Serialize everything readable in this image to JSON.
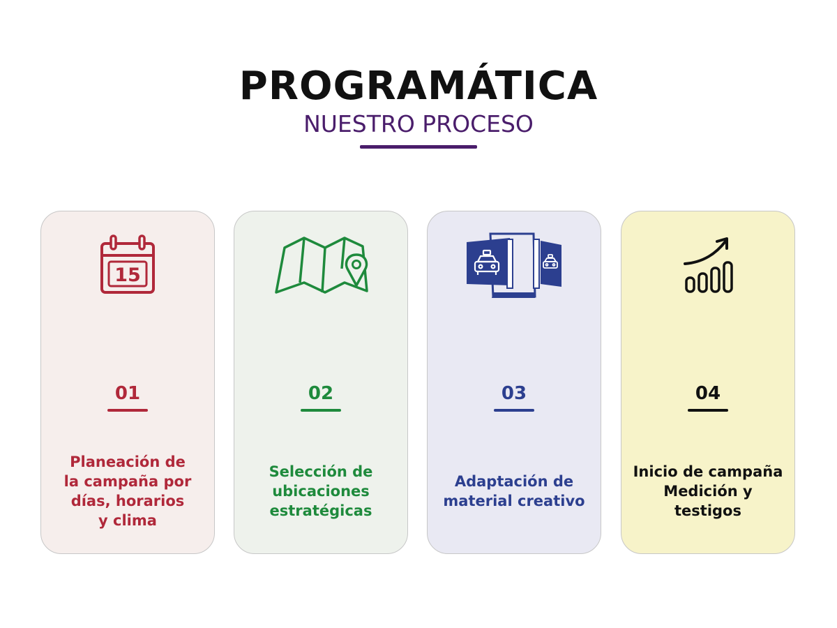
{
  "header": {
    "title": "PROGRAMÁTICA",
    "subtitle": "NUESTRO PROCESO"
  },
  "colors": {
    "title": "#111111",
    "subtitle_accent": "#4a1d6b"
  },
  "steps": [
    {
      "number": "01",
      "text": "Planeación de\nla campaña por\ndías, horarios\ny clima",
      "icon": "calendar-icon",
      "calendar_day": "15",
      "color": "#b0283a",
      "background": "#f6eeec"
    },
    {
      "number": "02",
      "text": "Selección de\nubicaciones\nestratégicas",
      "icon": "map-pin-icon",
      "color": "#1e8a3c",
      "background": "#eef2ec"
    },
    {
      "number": "03",
      "text": "Adaptación de\nmaterial creativo",
      "icon": "billboard-taxi-icon",
      "color": "#2c3f8f",
      "background": "#e9e9f3"
    },
    {
      "number": "04",
      "text": "Inicio de campaña\nMedición y testigos",
      "icon": "growth-chart-icon",
      "color": "#111111",
      "background": "#f7f3c9"
    }
  ]
}
